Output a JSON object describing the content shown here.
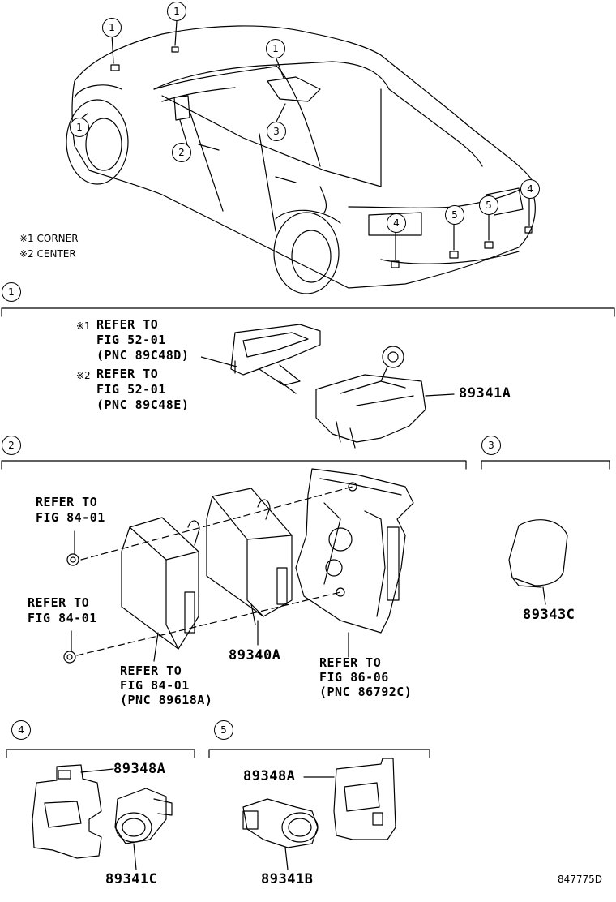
{
  "notes": {
    "n1": "※1 CORNER",
    "n2": "※2 CENTER"
  },
  "callouts": {
    "car": [
      "1",
      "1",
      "1",
      "1",
      "2",
      "3",
      "4",
      "5",
      "5",
      "4"
    ],
    "sections": [
      "1",
      "2",
      "3",
      "4",
      "5"
    ]
  },
  "section1": {
    "ref1_mark": "※1",
    "ref1": [
      "REFER TO",
      "FIG 52-01",
      "(PNC 89C48D)"
    ],
    "ref2_mark": "※2",
    "ref2": [
      "REFER TO",
      "FIG 52-01",
      "(PNC 89C48E)"
    ],
    "part": "89341A"
  },
  "section2": {
    "refA": [
      "REFER TO",
      "FIG 84-01"
    ],
    "refB": [
      "REFER TO",
      "FIG 84-01"
    ],
    "refC": [
      "REFER TO",
      "FIG 84-01",
      "(PNC 89618A)"
    ],
    "part": "89340A",
    "refD": [
      "REFER TO",
      "FIG 86-06",
      "(PNC 86792C)"
    ]
  },
  "section3": {
    "part": "89343C"
  },
  "section4": {
    "bracket": "89348A",
    "sensor": "89341C"
  },
  "section5": {
    "bracket": "89348A",
    "sensor": "89341B"
  },
  "figure_id": "847775D"
}
